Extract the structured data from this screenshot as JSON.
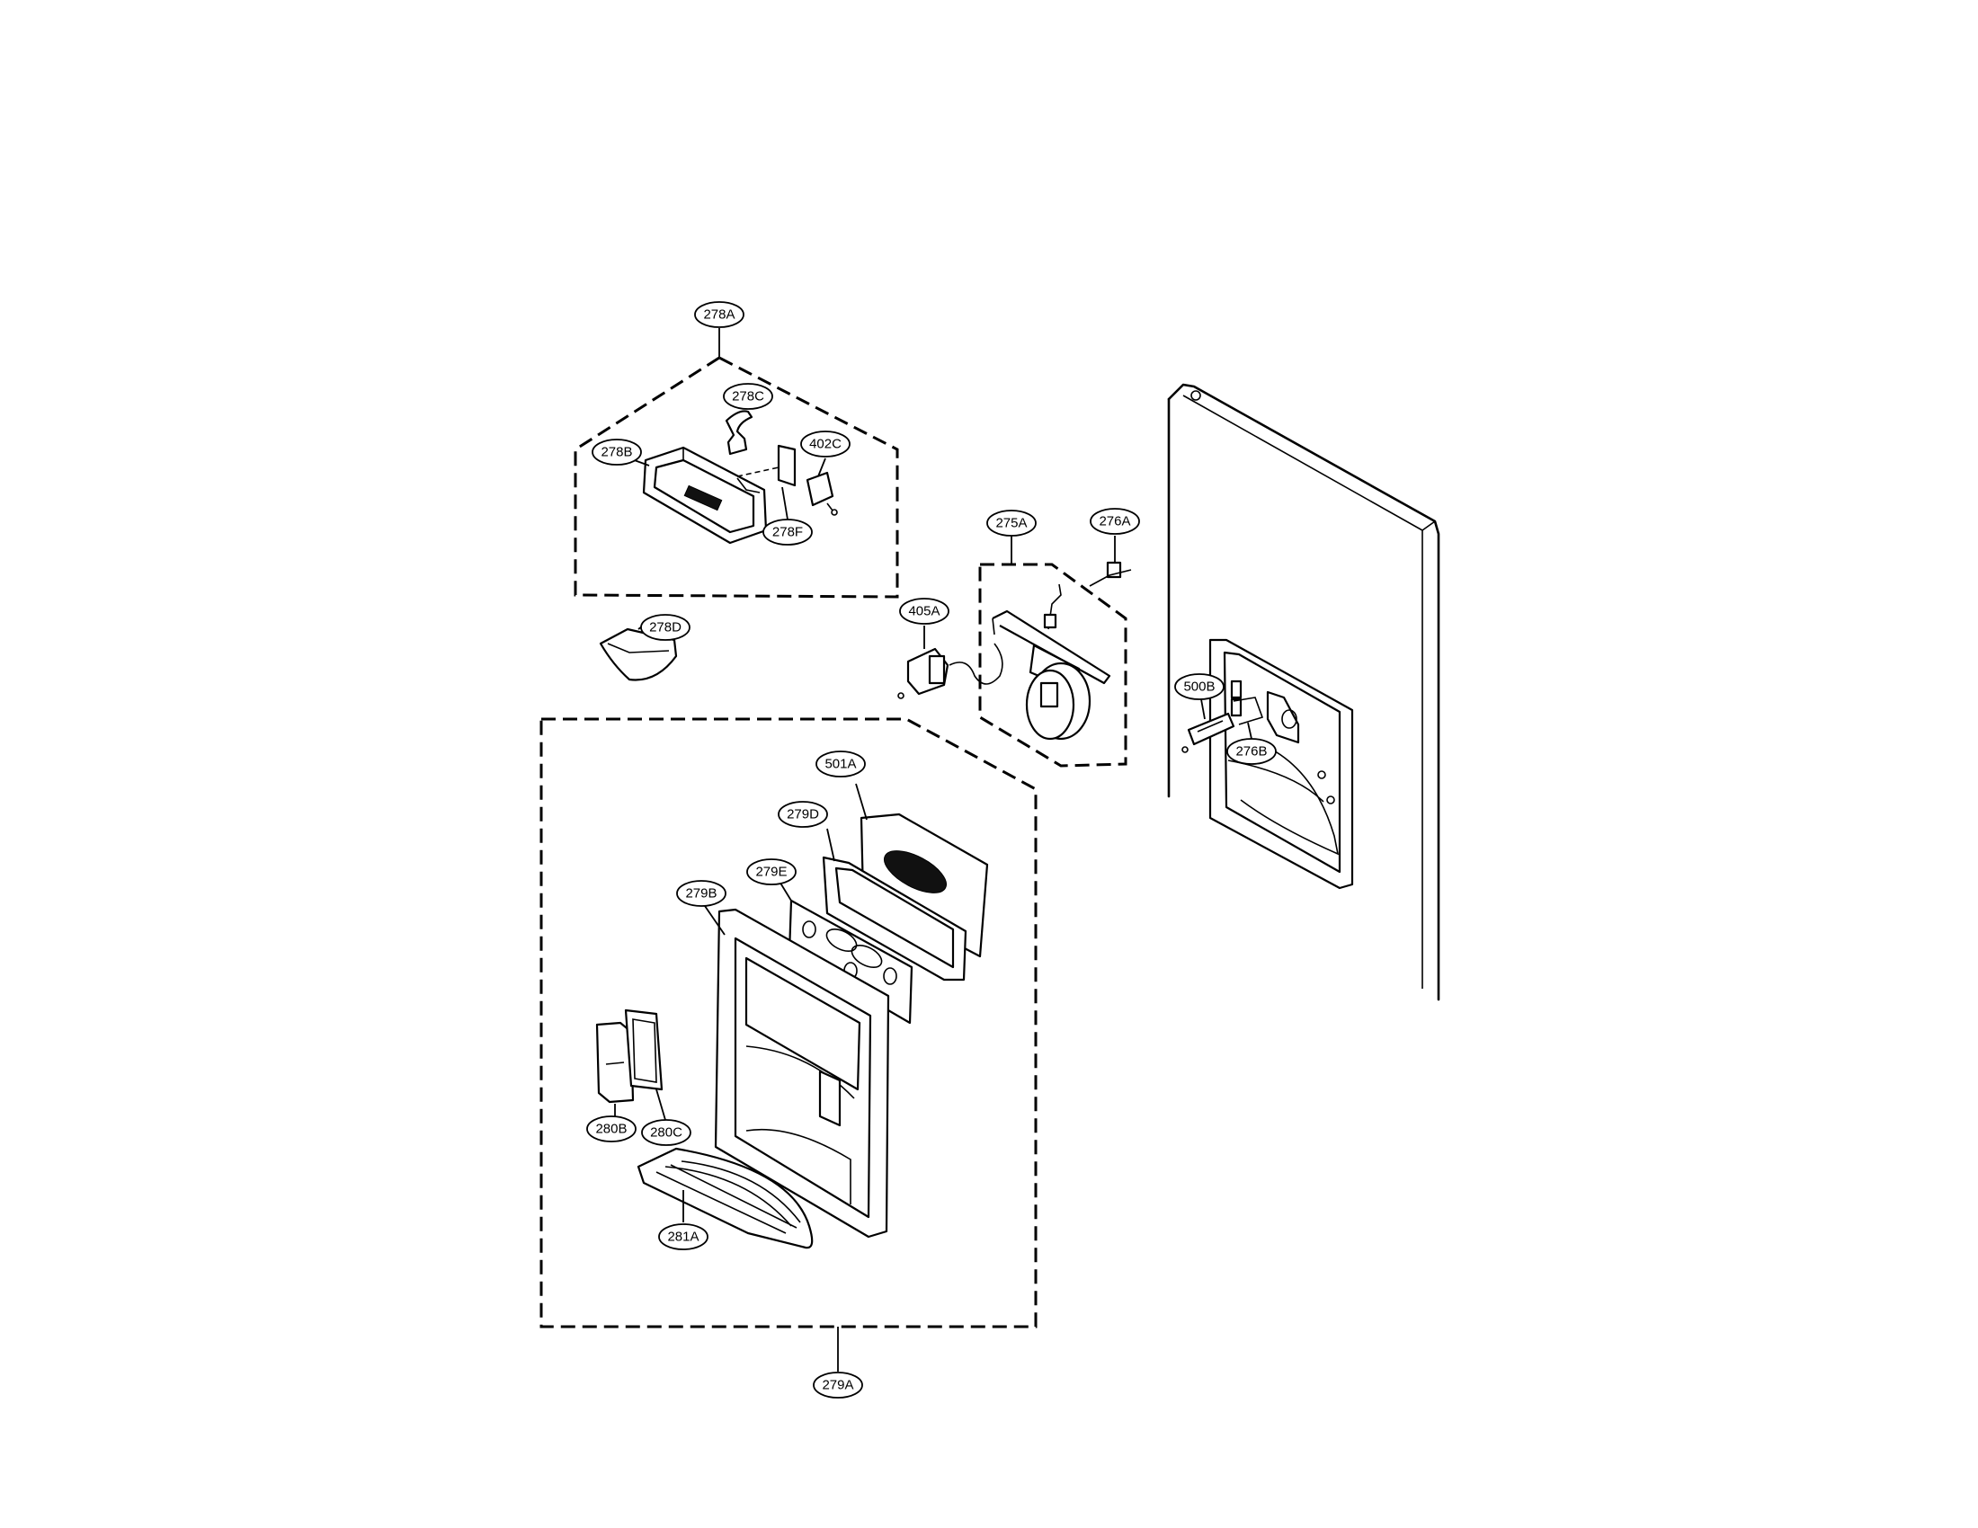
{
  "callouts": {
    "c278A": "278A",
    "c278B": "278B",
    "c278C": "278C",
    "c402C": "402C",
    "c278F": "278F",
    "c278D": "278D",
    "c275A": "275A",
    "c276A": "276A",
    "c405A": "405A",
    "c500B": "500B",
    "c276B": "276B",
    "c501A": "501A",
    "c279D": "279D",
    "c279E": "279E",
    "c279B": "279B",
    "c280B": "280B",
    "c280C": "280C",
    "c281A": "281A",
    "c279A": "279A"
  }
}
